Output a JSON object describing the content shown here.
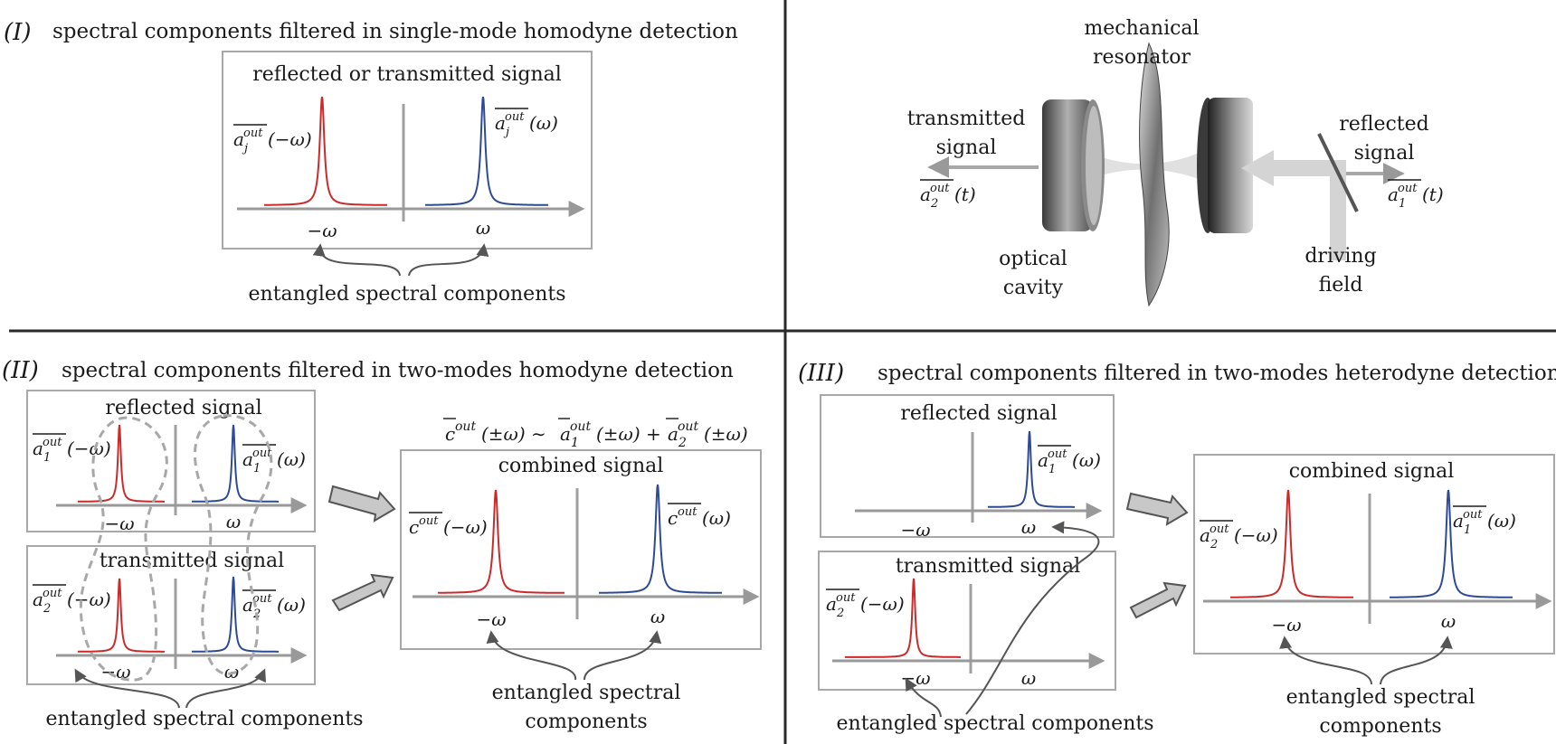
{
  "colors": {
    "red": "#cc2a2a",
    "blue": "#2d4a94",
    "axis": "#999999",
    "divider": "#2a2a2a",
    "box": "#a8a8a8",
    "arrow": "#555555"
  },
  "panel1": {
    "label": "(I)",
    "title": "spectral components filtered in single-mode homodyne detection",
    "box_title": "reflected or transmitted signal",
    "peak_left": {
      "base": "a",
      "sup": "out",
      "sub": "j",
      "arg": "(−ω)"
    },
    "peak_right": {
      "base": "a",
      "sup": "out",
      "sub": "j",
      "arg": "(ω)"
    },
    "tick_left": "−ω",
    "tick_right": "ω",
    "caption": "entangled spectral components"
  },
  "setup": {
    "mechanical": [
      "mechanical",
      "resonator"
    ],
    "transmitted": [
      "transmitted",
      "signal"
    ],
    "reflected": [
      "reflected",
      "signal"
    ],
    "optical": [
      "optical",
      "cavity"
    ],
    "driving": [
      "driving",
      "field"
    ],
    "out_left": {
      "base": "a",
      "sup": "out",
      "sub": "2",
      "arg": "(t)"
    },
    "out_right": {
      "base": "a",
      "sup": "out",
      "sub": "1",
      "arg": "(t)"
    }
  },
  "panel2": {
    "label": "(II)",
    "title": "spectral components filtered in two-modes homodyne detection",
    "reflected_title": "reflected signal",
    "transmitted_title": "transmitted signal",
    "a1_left": {
      "base": "a",
      "sup": "out",
      "sub": "1",
      "arg": "(−ω)"
    },
    "a1_right": {
      "base": "a",
      "sup": "out",
      "sub": "1",
      "arg": "(ω)"
    },
    "a2_left": {
      "base": "a",
      "sup": "out",
      "sub": "2",
      "arg": "(−ω)"
    },
    "a2_right": {
      "base": "a",
      "sup": "out",
      "sub": "2",
      "arg": "(ω)"
    },
    "tick_left": "−ω",
    "tick_right": "ω",
    "equation": {
      "lhs": "c",
      "sup": "out",
      "t1": "(±ω) ∼",
      "a": "a",
      "sub1": "1",
      "t2": "(±ω) +",
      "sub2": "2",
      "t3": "(±ω)"
    },
    "combined_title": "combined signal",
    "c_left": {
      "base": "c",
      "sup": "out",
      "arg": "(−ω)"
    },
    "c_right": {
      "base": "c",
      "sup": "out",
      "arg": "(ω)"
    },
    "caption_left": "entangled spectral components",
    "caption_right": [
      "entangled spectral",
      "components"
    ]
  },
  "panel3": {
    "label": "(III)",
    "title": "spectral components filtered in two-modes heterodyne detection",
    "reflected_title": "reflected signal",
    "transmitted_title": "transmitted signal",
    "a1_right": {
      "base": "a",
      "sup": "out",
      "sub": "1",
      "arg": "(ω)"
    },
    "a2_left": {
      "base": "a",
      "sup": "out",
      "sub": "2",
      "arg": "(−ω)"
    },
    "tick_left": "−ω",
    "tick_right": "ω",
    "combined_title": "combined signal",
    "ca2_left": {
      "base": "a",
      "sup": "out",
      "sub": "2",
      "arg": "(−ω)"
    },
    "ca1_right": {
      "base": "a",
      "sup": "out",
      "sub": "1",
      "arg": "(ω)"
    },
    "caption_left": "entangled spectral components",
    "caption_right": [
      "entangled spectral",
      "components"
    ]
  }
}
